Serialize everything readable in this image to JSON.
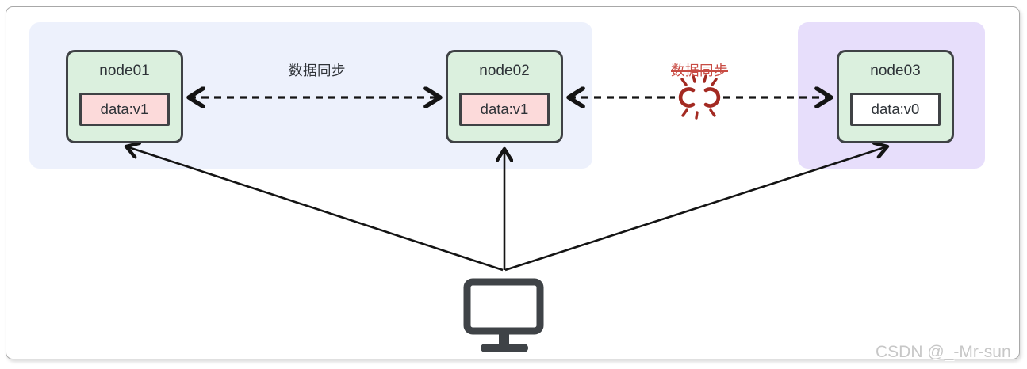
{
  "diagram": {
    "nodes": [
      {
        "id": "node01",
        "title": "node01",
        "data_value": "data:v1",
        "data_fill": "#fcdada",
        "cluster": "blue"
      },
      {
        "id": "node02",
        "title": "node02",
        "data_value": "data:v1",
        "data_fill": "#fcdada",
        "cluster": "blue"
      },
      {
        "id": "node03",
        "title": "node03",
        "data_value": "data:v0",
        "data_fill": "#ffffff",
        "cluster": "purple"
      }
    ],
    "links": [
      {
        "from": "node01",
        "to": "node02",
        "label": "数据同步",
        "style": "dashed-double-arrow",
        "status": "active",
        "label_color": "#2f3338"
      },
      {
        "from": "node02",
        "to": "node03",
        "label": "数据同步",
        "style": "dashed-double-arrow",
        "status": "broken",
        "label_color": "#c84b43",
        "struck_through": true,
        "break_icon": "broken-link-icon"
      }
    ],
    "client": {
      "icon": "monitor-icon",
      "targets": [
        "node01",
        "node02",
        "node03"
      ]
    }
  },
  "colors": {
    "cluster_blue": "#edf1fc",
    "cluster_purple": "#e7defb",
    "node_fill": "#dbf0de",
    "node_border": "#3f4245",
    "data_pink": "#fcdada",
    "data_white": "#ffffff",
    "arrow_black": "#141414",
    "broken_red": "#a32a22",
    "label_red": "#c84b43",
    "frame_border": "#a8a8a8"
  },
  "watermark": {
    "text": "CSDN @_-Mr-sun"
  }
}
